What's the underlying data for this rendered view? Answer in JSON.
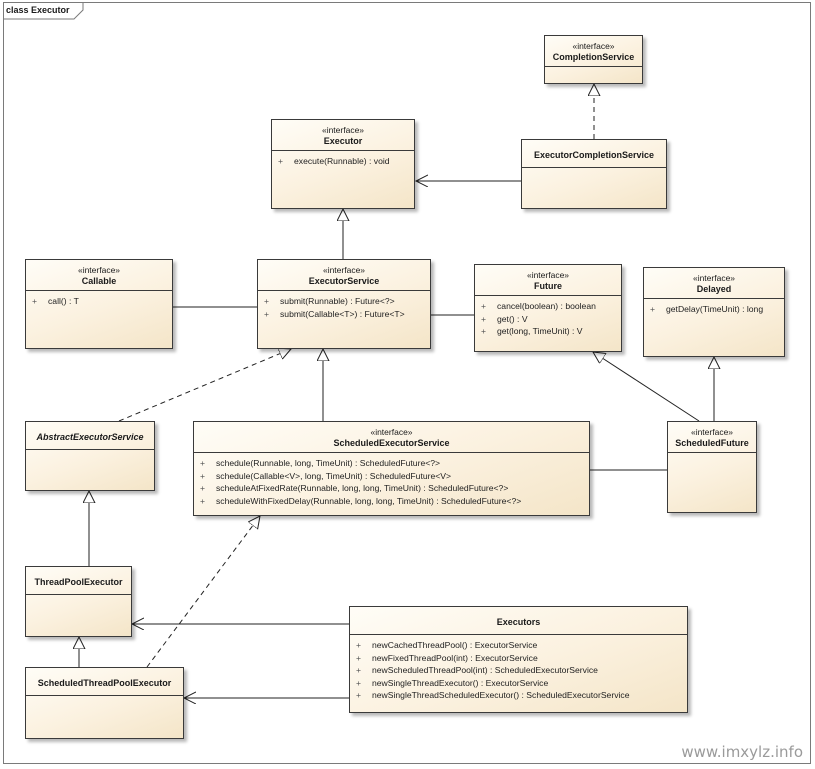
{
  "frame": {
    "title": "class Executor"
  },
  "stereotype": "«interface»",
  "classes": {
    "completionService": {
      "name": "CompletionService"
    },
    "executor": {
      "name": "Executor",
      "ops": [
        "execute(Runnable) : void"
      ]
    },
    "executorCompletionService": {
      "name": "ExecutorCompletionService"
    },
    "callable": {
      "name": "Callable",
      "ops": [
        "call() : T"
      ]
    },
    "executorService": {
      "name": "ExecutorService",
      "ops": [
        "submit(Runnable) : Future<?>",
        "submit(Callable<T>) : Future<T>"
      ]
    },
    "future": {
      "name": "Future",
      "ops": [
        "cancel(boolean) : boolean",
        "get() : V",
        "get(long, TimeUnit) : V"
      ]
    },
    "delayed": {
      "name": "Delayed",
      "ops": [
        "getDelay(TimeUnit) : long"
      ]
    },
    "abstractExecutorService": {
      "name": "AbstractExecutorService"
    },
    "scheduledExecutorService": {
      "name": "ScheduledExecutorService",
      "ops": [
        "schedule(Runnable, long, TimeUnit) : ScheduledFuture<?>",
        "schedule(Callable<V>, long, TimeUnit) : ScheduledFuture<V>",
        "scheduleAtFixedRate(Runnable, long, long, TimeUnit) : ScheduledFuture<?>",
        "scheduleWithFixedDelay(Runnable, long, long, TimeUnit) : ScheduledFuture<?>"
      ]
    },
    "scheduledFuture": {
      "name": "ScheduledFuture"
    },
    "threadPoolExecutor": {
      "name": "ThreadPoolExecutor"
    },
    "executors": {
      "name": "Executors",
      "ops": [
        "newCachedThreadPool() : ExecutorService",
        "newFixedThreadPool(int) : ExecutorService",
        "newScheduledThreadPool(int) : ScheduledExecutorService",
        "newSingleThreadExecutor() : ExecutorService",
        "newSingleThreadScheduledExecutor() : ScheduledExecutorService"
      ]
    },
    "scheduledThreadPoolExecutor": {
      "name": "ScheduledThreadPoolExecutor"
    }
  },
  "visibility": "+",
  "watermark": "www.imxylz.info"
}
